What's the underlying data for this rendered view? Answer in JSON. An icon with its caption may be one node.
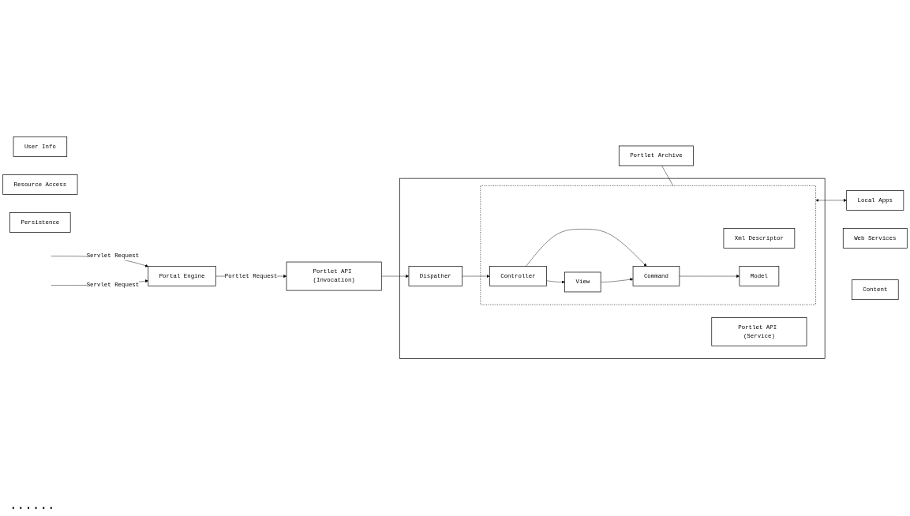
{
  "diagram": {
    "nodes": [
      {
        "text": [
          "Portal Engine"
        ]
      },
      {
        "text": [
          "Portlet API (Invocation)"
        ]
      },
      {
        "text": [
          "Portlet Archive"
        ]
      },
      {
        "text": [],
        "shape": "box"
      },
      {
        "text": [
          "Dispather"
        ],
        "in": 3
      },
      {
        "text": [],
        "shape": "box",
        "in": 3
      },
      {
        "text": [
          "Xml Descriptor"
        ],
        "in": 5
      },
      {
        "text": [
          "Command"
        ],
        "in": 5
      },
      {
        "text": [
          "Model"
        ],
        "in": 5
      },
      {
        "text": [
          "Controller"
        ],
        "in": 5
      },
      {
        "text": [
          "View"
        ],
        "in": 5
      },
      {
        "text": [
          "Portlet API (Service)"
        ],
        "in": 3
      },
      {
        "text": [
          "Web Services"
        ]
      },
      {
        "text": [
          "Local Apps"
        ]
      },
      {
        "text": [
          "Content"
        ]
      },
      {
        "text": [
          "User Info"
        ]
      },
      {
        "text": [
          "Resource Access"
        ]
      },
      {
        "text": [
          "Persistence"
        ]
      }
    ],
    "edges": [
      {
        "from": null,
        "to": 0,
        "arrow": "to",
        "label": "Servlet Request"
      },
      {
        "from": null,
        "to": 0,
        "arrow": "to",
        "label": "Servlet Request"
      },
      {
        "from": 0,
        "to": 1,
        "arrow": "to",
        "label": "Portlet Request"
      },
      {
        "from": 1,
        "to": 4,
        "arrow": "to"
      },
      {
        "from": 4,
        "to": 9,
        "arrow": "to"
      },
      {
        "from": 9,
        "to": 7,
        "arrow": "to"
      },
      {
        "from": 9,
        "to": 10,
        "arrow": "to"
      },
      {
        "from": 10,
        "to": 7,
        "arrow": "to"
      },
      {
        "from": 7,
        "to": 8,
        "arrow": "to"
      },
      {
        "from": 5,
        "to": 13,
        "arrow": "both"
      },
      {
        "from": 2,
        "to": 5,
        "arrow": "none"
      }
    ],
    "labels": [
      "......"
    ]
  }
}
